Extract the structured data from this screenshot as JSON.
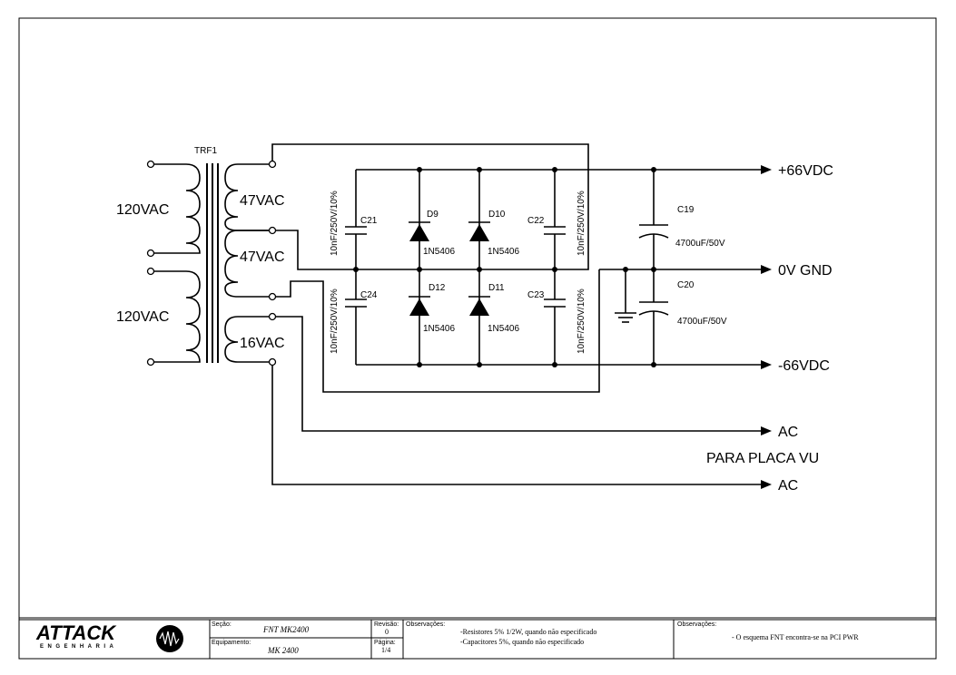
{
  "schematic": {
    "transformer": {
      "ref": "TRF1",
      "primary": [
        "120VAC",
        "120VAC"
      ],
      "secondary": [
        "47VAC",
        "47VAC",
        "16VAC"
      ]
    },
    "capacitors": {
      "c21": {
        "ref": "C21",
        "value": "10nF/250V/10%"
      },
      "c24": {
        "ref": "C24",
        "value": "10nF/250V/10%"
      },
      "c22": {
        "ref": "C22",
        "value": "10nF/250V/10%"
      },
      "c23": {
        "ref": "C23",
        "value": "10nF/250V/10%"
      },
      "c19": {
        "ref": "C19",
        "value": "4700uF/50V"
      },
      "c20": {
        "ref": "C20",
        "value": "4700uF/50V"
      }
    },
    "diodes": {
      "d9": {
        "ref": "D9",
        "value": "1N5406"
      },
      "d10": {
        "ref": "D10",
        "value": "1N5406"
      },
      "d12": {
        "ref": "D12",
        "value": "1N5406"
      },
      "d11": {
        "ref": "D11",
        "value": "1N5406"
      }
    },
    "outputs": {
      "pos": "+66VDC",
      "gnd": "0V GND",
      "neg": "-66VDC",
      "ac1": "AC",
      "ac2": "AC",
      "note": "PARA PLACA VU"
    }
  },
  "title_block": {
    "logo": {
      "name": "ATTACK",
      "sub": "ENGENHARIA"
    },
    "secao_label": "Seção:",
    "secao_value": "FNT MK2400",
    "equipamento_label": "Equipamento:",
    "equipamento_value": "MK 2400",
    "revisao_label": "Revisão:",
    "revisao_value": "0",
    "pagina_label": "Página:",
    "pagina_value": "1/4",
    "obs1_label": "Observações:",
    "obs1_lines": [
      "-Resistores 5% 1/2W, quando não especificado",
      "-Capacitores 5%, quando não especificado"
    ],
    "obs2_label": "Observações:",
    "obs2_line": "- O esquema FNT encontra-se na PCI PWR"
  }
}
